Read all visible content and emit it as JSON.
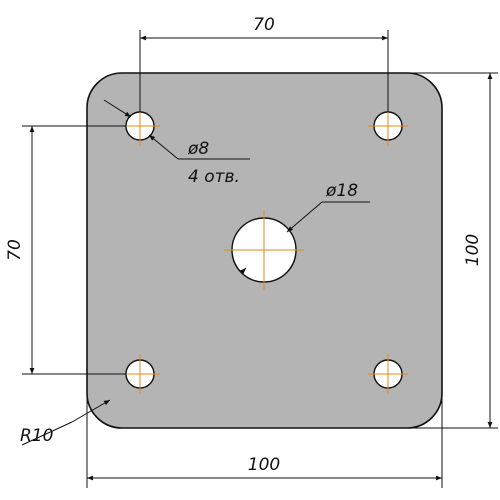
{
  "colors": {
    "plate": "#b4b4b4",
    "outline": "#111111",
    "hole": "#ffffff",
    "centerline": "#e08a1e"
  },
  "labels": {
    "top_width": "70",
    "left_height": "70",
    "right_height": "100",
    "bottom_width": "100",
    "small_hole_dia": "ø8",
    "small_hole_count": "4 отв.",
    "center_hole_dia": "ø18",
    "corner_radius": "R10"
  }
}
